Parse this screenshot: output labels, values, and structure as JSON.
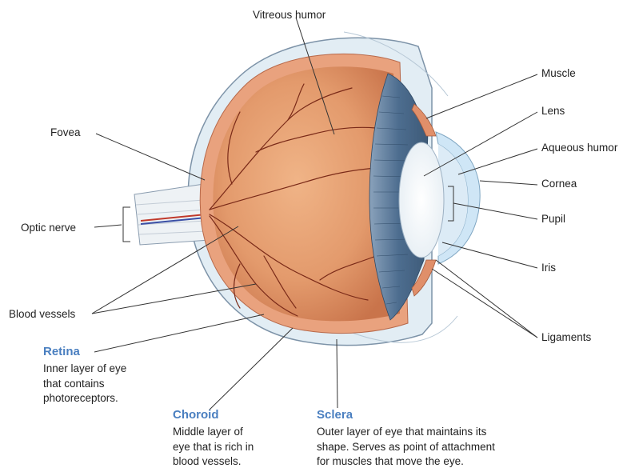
{
  "labels": {
    "vitreous_humor": "Vitreous humor",
    "muscle": "Muscle",
    "lens": "Lens",
    "aqueous_humor": "Aqueous humor",
    "cornea": "Cornea",
    "pupil": "Pupil",
    "iris": "Iris",
    "ligaments": "Ligaments",
    "fovea": "Fovea",
    "optic_nerve": "Optic nerve",
    "blood_vessels": "Blood vessels"
  },
  "layers": {
    "retina": {
      "title": "Retina",
      "desc": [
        "Inner layer of eye",
        "that contains",
        "photoreceptors."
      ]
    },
    "choroid": {
      "title": "Choroid",
      "desc": [
        "Middle layer of",
        "eye that is rich in",
        "blood vessels."
      ]
    },
    "sclera": {
      "title": "Sclera",
      "desc": [
        "Outer layer of eye that maintains its",
        "shape. Serves as point of attachment",
        "for muscles that move the eye."
      ]
    }
  },
  "colors": {
    "title_blue": "#4a7fc0",
    "eye_interior": "#d98a5e",
    "sclera": "#dfeaf1",
    "iris": "#4d6d8f",
    "cornea": "#cfe6f6"
  }
}
